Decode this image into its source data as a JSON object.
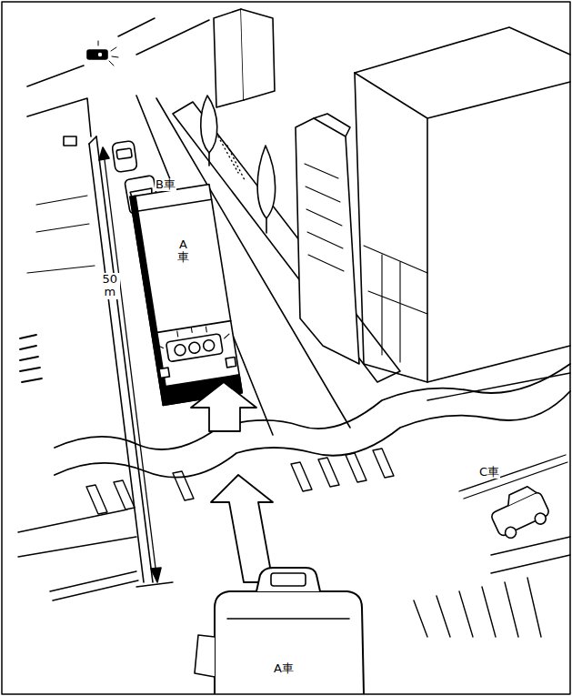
{
  "diagram": {
    "labels": [
      "B車",
      "A車",
      "50 m",
      "C車",
      "A車"
    ]
  }
}
